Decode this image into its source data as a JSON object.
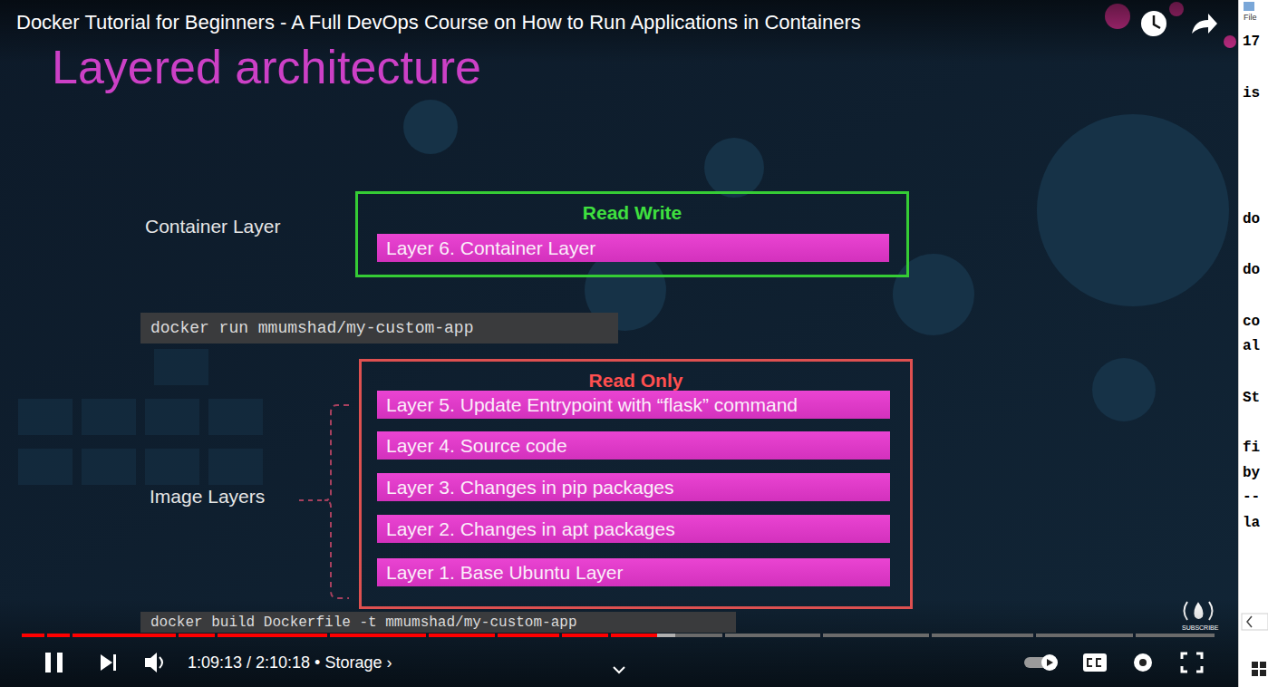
{
  "diagram": {
    "title": "Layered architecture",
    "nodes": [
      {
        "text": [
          "Read Write"
        ]
      },
      {
        "text": [
          "Layer 6. Container Layer"
        ],
        "in": 0
      },
      {
        "text": [
          "docker run mmumshad/my-custom-app"
        ]
      },
      {
        "text": [
          "Read Only"
        ]
      },
      {
        "text": [
          "Layer 5. Update Entrypoint with “flask” command"
        ],
        "in": 3
      },
      {
        "text": [
          "Layer 4. Source code"
        ],
        "in": 3
      },
      {
        "text": [
          "Layer 3. Changes in pip packages"
        ],
        "in": 3
      },
      {
        "text": [
          "Layer 2. Changes in apt packages"
        ],
        "in": 3
      },
      {
        "text": [
          "Layer 1. Base Ubuntu Layer"
        ],
        "in": 3
      },
      {
        "text": [
          "docker build Dockerfile -t mmumshad/my-custom-app"
        ]
      }
    ],
    "labels": [
      "Docker Tutorial for Beginners - A Full DevOps Course on How to Run Applications in Containers",
      "Container Layer",
      "Image Layers",
      "1:09:13 / 2:10:18 • Storage ›",
      "SUBSCRIBE",
      "File",
      "17",
      "is",
      "do",
      "do",
      "co",
      "al",
      "St",
      "fi",
      "by",
      "--",
      "la"
    ]
  }
}
